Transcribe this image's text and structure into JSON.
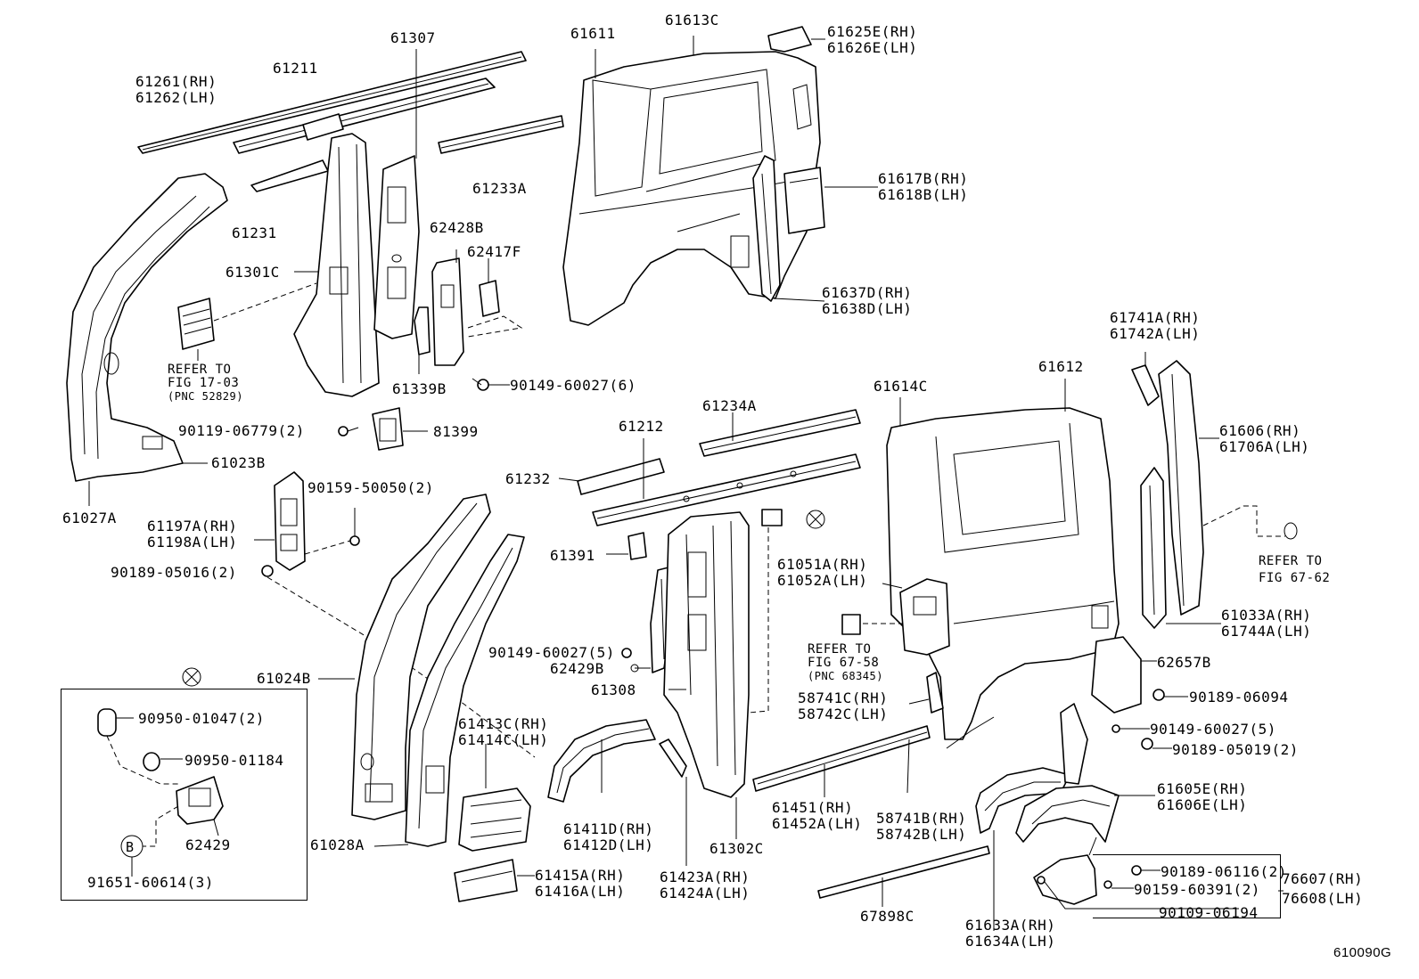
{
  "diagram_id": "610090G",
  "labels": {
    "p61261": [
      "61261(RH)",
      "61262(LH)"
    ],
    "p61211": "61211",
    "p61307": "61307",
    "p61611": "61611",
    "p61613C": "61613C",
    "p61625E": [
      "61625E(RH)",
      "61626E(LH)"
    ],
    "p61231": "61231",
    "p61233A": "61233A",
    "p61617B": [
      "61617B(RH)",
      "61618B(LH)"
    ],
    "p62428B": "62428B",
    "p62417F": "62417F",
    "p61301C": "61301C",
    "p61637D": [
      "61637D(RH)",
      "61638D(LH)"
    ],
    "refer1703": [
      "REFER TO",
      "FIG 17-03",
      "(PNC 52829)"
    ],
    "p61339B": "61339B",
    "p90149_6": "90149-60027(6)",
    "p61741A": [
      "61741A(RH)",
      "61742A(LH)"
    ],
    "p61612": "61612",
    "p61614C": "61614C",
    "p90119": "90119-06779(2)",
    "p81399": "81399",
    "p61212": "61212",
    "p61234A": "61234A",
    "p61606": [
      "61606(RH)",
      "61706A(LH)"
    ],
    "p61023B": "61023B",
    "p61232": "61232",
    "p90159_50050": "90159-50050(2)",
    "p61027A": "61027A",
    "p61197A": [
      "61197A(RH)",
      "61198A(LH)"
    ],
    "p61391": "61391",
    "p61051A": [
      "61051A(RH)",
      "61052A(LH)"
    ],
    "refer6762": [
      "REFER TO",
      "FIG 67-62"
    ],
    "p90189_05016": "90189-05016(2)",
    "p61033A": [
      "61033A(RH)",
      "61744A(LH)"
    ],
    "refer6758": [
      "REFER TO",
      "FIG 67-58",
      "(PNC 68345)"
    ],
    "p90149_5a": "90149-60027(5)",
    "p62429B": "62429B",
    "p62657B": "62657B",
    "p61308": "61308",
    "p61024B": "61024B",
    "p58741C": [
      "58741C(RH)",
      "58742C(LH)"
    ],
    "p90189_06094": "90189-06094",
    "p90950_01047": "90950-01047(2)",
    "p61413C": [
      "61413C(RH)",
      "61414C(LH)"
    ],
    "p90149_5b": "90149-60027(5)",
    "p90189_05019": "90189-05019(2)",
    "p90950_01184": "90950-01184",
    "p61451": [
      "61451(RH)",
      "61452A(LH)"
    ],
    "p58741B": [
      "58741B(RH)",
      "58742B(LH)"
    ],
    "p61605E": [
      "61605E(RH)",
      "61606E(LH)"
    ],
    "p61411D": [
      "61411D(RH)",
      "61412D(LH)"
    ],
    "p61302C": "61302C",
    "p62429": "62429",
    "p61028A": "61028A",
    "p90189_06116": "90189-06116(2)",
    "p76607": [
      "76607(RH)",
      "76608(LH)"
    ],
    "p91651": "91651-60614(3)",
    "p61415A": [
      "61415A(RH)",
      "61416A(LH)"
    ],
    "p61423A": [
      "61423A(RH)",
      "61424A(LH)"
    ],
    "p90159_60391": "90159-60391(2)",
    "p90109": "90109-06194",
    "p67898C": "67898C",
    "p61633A": [
      "61633A(RH)",
      "61634A(LH)"
    ],
    "callout_b": "B"
  }
}
